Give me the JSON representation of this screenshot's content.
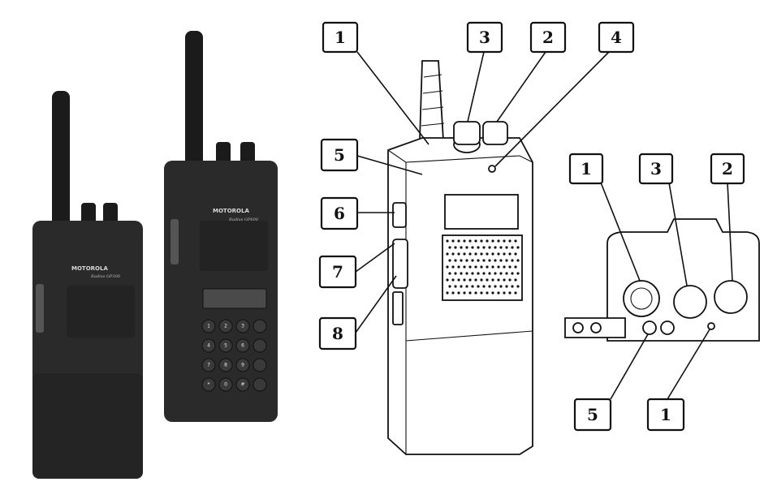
{
  "photo": {
    "radio_small": {
      "brand": "MOTOROLA",
      "model": "Radius GP300"
    },
    "radio_large": {
      "brand": "MOTOROLA",
      "model": "Radius GP600"
    },
    "keypad_keys": [
      "1",
      "2",
      "3",
      "",
      "4",
      "5",
      "6",
      "",
      "7",
      "8",
      "9",
      "",
      "*",
      "0",
      "#",
      ""
    ]
  },
  "side_view": {
    "callouts": [
      {
        "id": "1",
        "label": "1"
      },
      {
        "id": "3",
        "label": "3"
      },
      {
        "id": "2",
        "label": "2"
      },
      {
        "id": "4",
        "label": "4"
      },
      {
        "id": "5",
        "label": "5"
      },
      {
        "id": "6",
        "label": "6"
      },
      {
        "id": "7",
        "label": "7"
      },
      {
        "id": "8",
        "label": "8"
      }
    ]
  },
  "top_view": {
    "callouts": [
      {
        "id": "1a",
        "label": "1"
      },
      {
        "id": "3",
        "label": "3"
      },
      {
        "id": "2",
        "label": "2"
      },
      {
        "id": "5",
        "label": "5"
      },
      {
        "id": "1b",
        "label": "1"
      }
    ]
  },
  "colors": {
    "ink": "#111111",
    "radio_body": "#2a2a2a",
    "background": "#ffffff"
  }
}
